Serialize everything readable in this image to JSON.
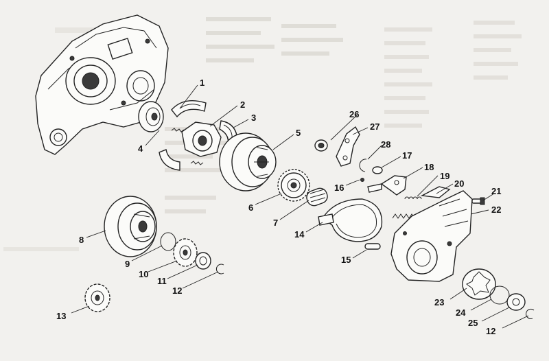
{
  "diagram": {
    "labels": {
      "1": "1",
      "2": "2",
      "3": "3",
      "4": "4",
      "5": "5",
      "6": "6",
      "7": "7",
      "8": "8",
      "9": "9",
      "10": "10",
      "11": "11",
      "12a": "12",
      "12b": "12",
      "13": "13",
      "14": "14",
      "15": "15",
      "16": "16",
      "17": "17",
      "18": "18",
      "19": "19",
      "20": "20",
      "21": "21",
      "22": "22",
      "23": "23",
      "24": "24",
      "25": "25",
      "26": "26",
      "27": "27",
      "28": "28"
    }
  }
}
